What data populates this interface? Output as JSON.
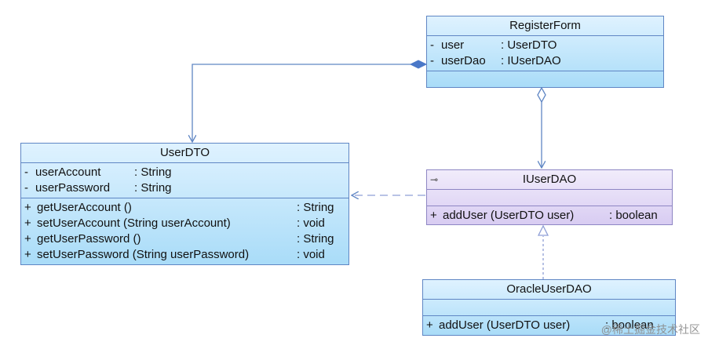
{
  "classes": {
    "register_form": {
      "name": "RegisterForm",
      "attributes": [
        {
          "visibility": "-",
          "name": "user",
          "type": ": UserDTO"
        },
        {
          "visibility": "-",
          "name": "userDao",
          "type": ": IUserDAO"
        }
      ]
    },
    "user_dto": {
      "name": "UserDTO",
      "attributes": [
        {
          "visibility": "-",
          "name": "userAccount",
          "type": ": String"
        },
        {
          "visibility": "-",
          "name": "userPassword",
          "type": ": String"
        }
      ],
      "operations": [
        {
          "visibility": "+",
          "name": "getUserAccount ()",
          "type": ": String"
        },
        {
          "visibility": "+",
          "name": "setUserAccount (String userAccount)",
          "type": ": void"
        },
        {
          "visibility": "+",
          "name": "getUserPassword ()",
          "type": ": String"
        },
        {
          "visibility": "+",
          "name": "setUserPassword (String userPassword)",
          "type": ": void"
        }
      ]
    },
    "iuser_dao": {
      "name": "IUserDAO",
      "icon": "interface-lollipop-icon",
      "operations": [
        {
          "visibility": "+",
          "name": "addUser (UserDTO user)",
          "type": ": boolean"
        }
      ]
    },
    "oracle_user_dao": {
      "name": "OracleUserDAO",
      "operations": [
        {
          "visibility": "+",
          "name": "addUser (UserDTO user)",
          "type": ": boolean"
        }
      ]
    }
  },
  "relationships": [
    {
      "from": "RegisterForm",
      "to": "UserDTO",
      "kind": "composition"
    },
    {
      "from": "RegisterForm",
      "to": "IUserDAO",
      "kind": "aggregation"
    },
    {
      "from": "IUserDAO",
      "to": "UserDTO",
      "kind": "dependency"
    },
    {
      "from": "OracleUserDAO",
      "to": "IUserDAO",
      "kind": "realization"
    }
  ],
  "colors": {
    "line": "#5f86c4",
    "class_fill": "#bfe5fb",
    "interface_fill": "#e2d9f5"
  },
  "watermark": "@稀土掘金技术社区"
}
